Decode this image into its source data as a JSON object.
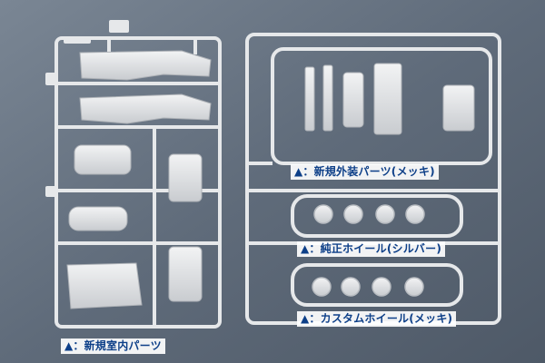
{
  "photo": {
    "background_color": "#5f6b7a",
    "sprue_color": "#e6e8ea",
    "labels": [
      {
        "text": "▲：新規外装パーツ(メッキ)"
      },
      {
        "text": "▲：純正ホイール(シルバー)"
      },
      {
        "text": "▲：カスタムホイール(メッキ)"
      },
      {
        "text": "▲：新規室内パーツ"
      }
    ]
  }
}
